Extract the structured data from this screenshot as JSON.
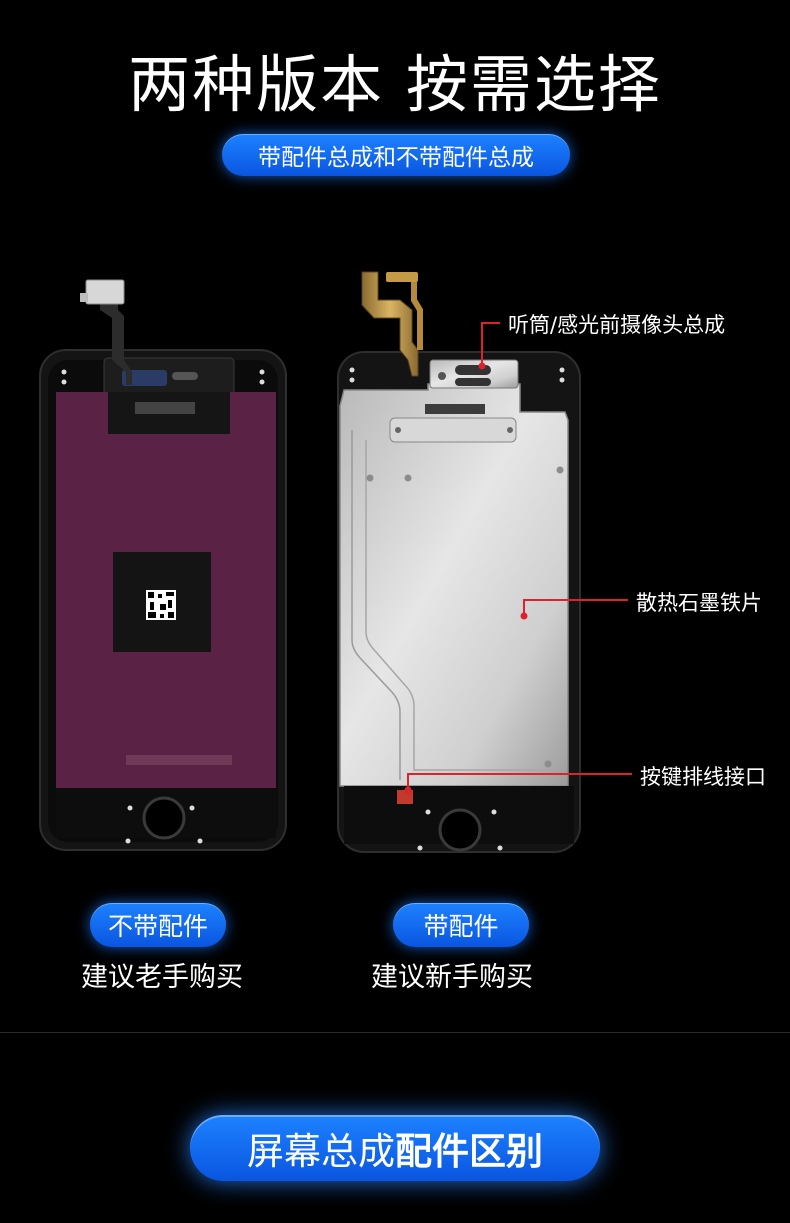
{
  "header": {
    "title": "两种版本 按需选择",
    "subtitle": "带配件总成和不带配件总成"
  },
  "callouts": {
    "earpiece": "听筒/感光前摄像头总成",
    "heatsink": "散热石墨铁片",
    "button_port": "按键排线接口"
  },
  "versions": [
    {
      "label": "不带配件",
      "recommendation": "建议老手购买"
    },
    {
      "label": "带配件",
      "recommendation": "建议新手购买"
    }
  ],
  "footer": {
    "banner_part1": "屏幕总成",
    "banner_part2": "配件区别"
  },
  "colors": {
    "accent_blue": "#1d82ff",
    "callout_red": "#e0202a",
    "lcd_purple": "#5a2345"
  }
}
